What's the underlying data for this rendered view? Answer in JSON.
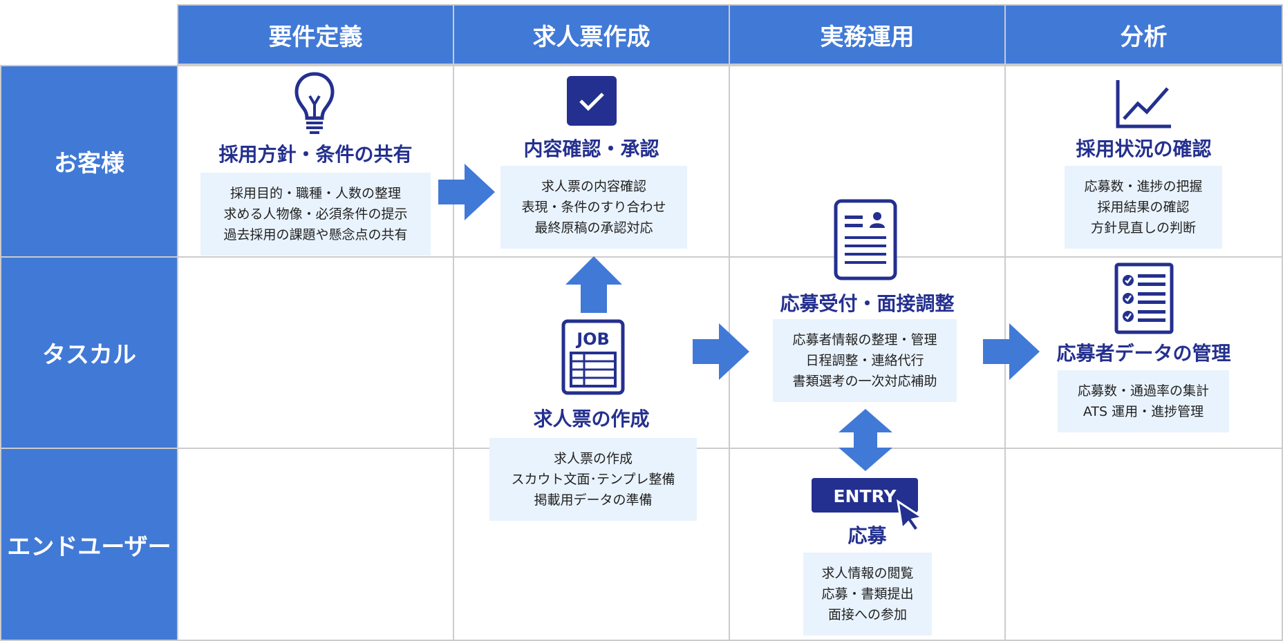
{
  "columns": [
    "要件定義",
    "求人票作成",
    "実務運用",
    "分析"
  ],
  "rows": [
    "お客様",
    "タスカル",
    "エンドユーザー"
  ],
  "colors": {
    "header": "#4179d6",
    "navy": "#24308f",
    "box": "#e9f3fd",
    "grid": "#cccccc"
  },
  "nodes": {
    "policy": {
      "icon": "lightbulb-icon",
      "title": "採用方針・条件の共有",
      "lines": [
        "採用目的・職種・人数の整理",
        "求める人物像・必須条件の提示",
        "過去採用の課題や懸念点の共有"
      ]
    },
    "approve": {
      "icon": "checkbox-icon",
      "title": "内容確認・承認",
      "lines": [
        "求人票の内容確認",
        "表現・条件のすり合わせ",
        "最終原稿の承認対応"
      ]
    },
    "status": {
      "icon": "line-chart-icon",
      "title": "採用状況の確認",
      "lines": [
        "応募数・進捗の把握",
        "採用結果の確認",
        "方針見直しの判断"
      ]
    },
    "create": {
      "icon": "job-document-icon",
      "icon_label": "JOB",
      "title": "求人票の作成",
      "lines": [
        "求人票の作成",
        "スカウト文面･テンプレ整備",
        "掲載用データの準備"
      ]
    },
    "reception": {
      "icon": "resume-document-icon",
      "title": "応募受付・面接調整",
      "lines": [
        "応募者情報の整理・管理",
        "日程調整・連絡代行",
        "書類選考の一次対応補助"
      ]
    },
    "datamgmt": {
      "icon": "checklist-icon",
      "title": "応募者データの管理",
      "lines": [
        "応募数・通過率の集計",
        "ATS 運用・進捗管理"
      ]
    },
    "entry": {
      "icon": "entry-button-icon",
      "icon_label": "ENTRY",
      "title": "応募",
      "lines": [
        "求人情報の閲覧",
        "応募・書類提出",
        "面接への参加"
      ]
    }
  }
}
